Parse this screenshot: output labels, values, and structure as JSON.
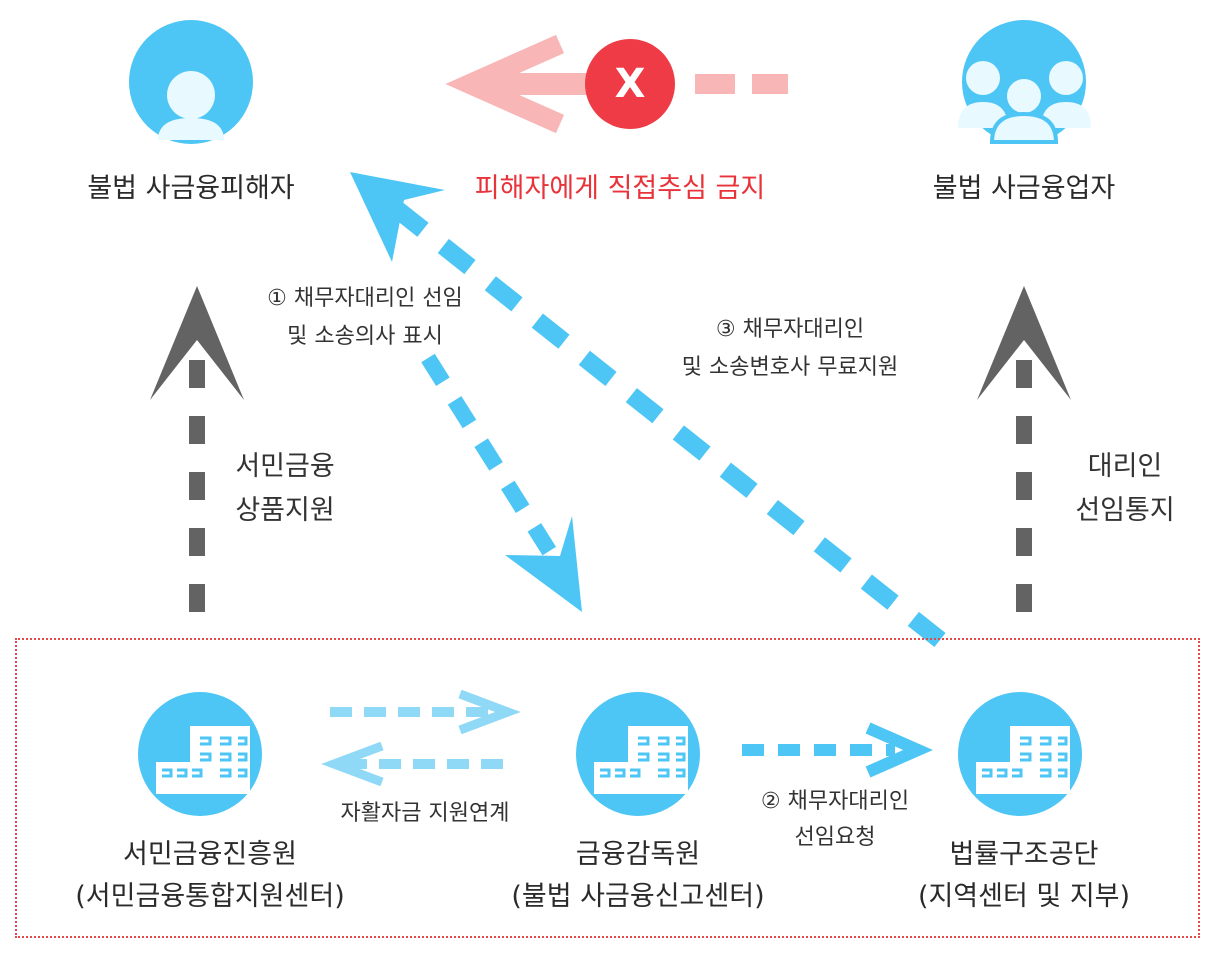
{
  "nodes": {
    "victim": {
      "label": "불법 사금융피해자"
    },
    "lender": {
      "label": "불법 사금융업자"
    },
    "kinfa": {
      "label": "서민금융진흥원",
      "sub": "(서민금융통합지원센터)"
    },
    "fss": {
      "label": "금융감독원",
      "sub": "(불법 사금융신고센터)"
    },
    "klac": {
      "label": "법률구조공단",
      "sub": "(지역센터 및 지부)"
    }
  },
  "prohibition": {
    "mark": "X",
    "label": "피해자에게 직접추심 금지"
  },
  "edges": {
    "step1": {
      "line1": "① 채무자대리인 선임",
      "line2": "및 소송의사 표시"
    },
    "step2": {
      "line1": "② 채무자대리인",
      "line2": "선임요청"
    },
    "step3": {
      "line1": "③ 채무자대리인",
      "line2": "및 소송변호사 무료지원"
    },
    "left_up": {
      "line1": "서민금융",
      "line2": "상품지원"
    },
    "right_up": {
      "line1": "대리인",
      "line2": "선임통지"
    },
    "mutual": {
      "label": "자활자금 지원연계"
    }
  },
  "colors": {
    "node": "#4dc6f5",
    "arrow_blue": "#4dc6f5",
    "arrow_lightblue": "#8fd9f7",
    "arrow_gray": "#636363",
    "arrow_pink": "#f9b6b6",
    "warn": "#e8333a",
    "region": "#e24a4a"
  },
  "icons": {
    "victim": "single-person-icon",
    "lender": "group-people-icon",
    "institution": "building-icon"
  }
}
